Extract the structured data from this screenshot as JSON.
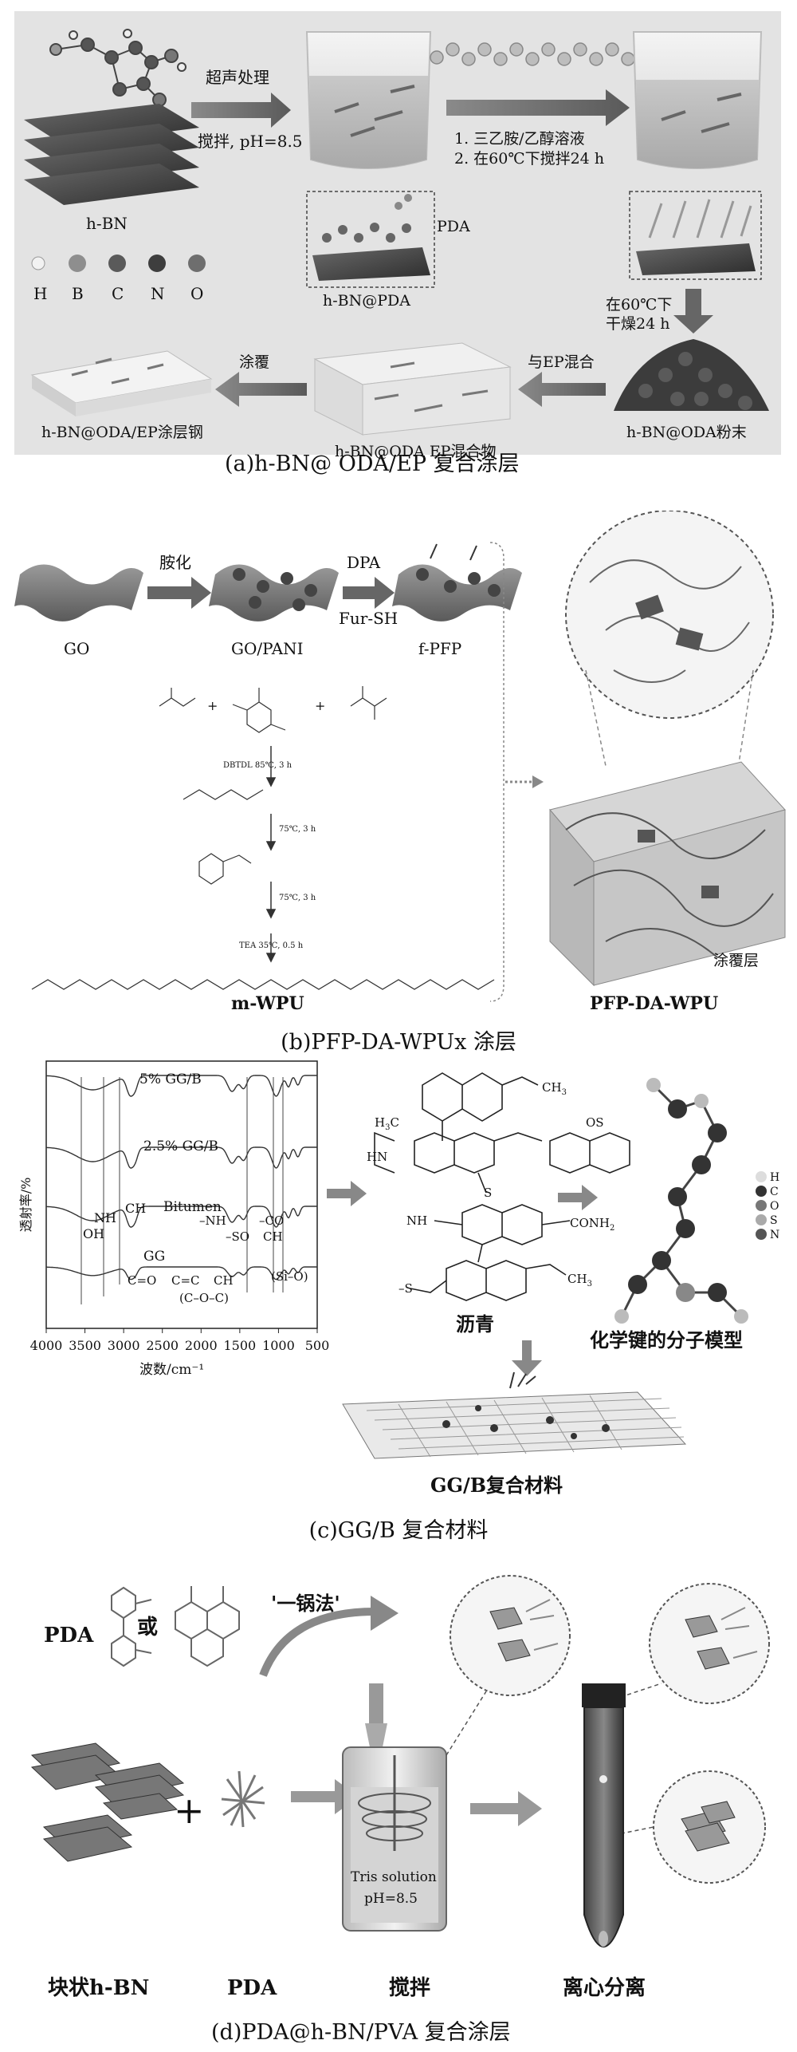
{
  "panel_a": {
    "hbn_label": "h-BN",
    "arrow1_top": "超声处理",
    "arrow1_bottom": "搅拌, pH=8.5",
    "step2_line1": "1. 三乙胺/乙醇溶液",
    "step2_line2": "2. 在60℃下搅拌24 h",
    "atom_legend": [
      "H",
      "B",
      "C",
      "N",
      "O"
    ],
    "pda_label": "PDA",
    "hbn_pda_label": "h-BN@PDA",
    "dry_line1": "在60℃下",
    "dry_line2": "干燥24 h",
    "coat_label": "涂覆",
    "mix_ep_label": "与EP混合",
    "steel_label": "h-BN@ODA/EP涂层钢",
    "mixture_label": "h-BN@ODA EP混合物",
    "powder_label": "h-BN@ODA粉末",
    "caption": "(a)h-BN@ ODA/EP 复合涂层"
  },
  "panel_b": {
    "go_label": "GO",
    "arrow1_label": "胺化",
    "gopani_label": "GO/PANI",
    "arrow2_top": "DPA",
    "arrow2_bottom": "Fur-SH",
    "fpfp_label": "f-PFP",
    "steps": [
      "DBTDL  85℃, 3 h",
      "75℃, 3 h",
      "75℃, 3 h",
      "TEA  35℃, 0.5 h"
    ],
    "mwpu_label": "m-WPU",
    "coating_label": "涂覆层",
    "pfp_label": "PFP-DA-WPU",
    "caption": "(b)PFP-DA-WPUx 涂层"
  },
  "panel_c": {
    "chart_data": {
      "type": "line",
      "xlabel": "波数/cm⁻¹",
      "ylabel": "透射率/%",
      "x_ticks": [
        4000,
        3500,
        3000,
        2500,
        2000,
        1500,
        1000,
        500
      ],
      "xlim": [
        4000,
        500
      ],
      "series": [
        {
          "name": "5% GG/B"
        },
        {
          "name": "2.5% GG/B"
        },
        {
          "name": "Bitumen"
        },
        {
          "name": "GG"
        }
      ],
      "annotations_bitumen": [
        "NH",
        "CH",
        "OH",
        "–NH",
        "–SO",
        "–CO",
        "CH"
      ],
      "annotations_gg": [
        "C=O",
        "C=C",
        "CH",
        "(C–O–C)",
        "(Si–O)"
      ]
    },
    "asphalt_label": "沥青",
    "model_label": "化学键的分子模型",
    "composite_label": "GG/B复合材料",
    "atom_legend": [
      "H",
      "C",
      "O",
      "S",
      "N"
    ],
    "caption": "(c)GG/B 复合材料"
  },
  "panel_d": {
    "pda_label": "PDA",
    "or_label": "或",
    "onepot_label": "'一锅法'",
    "tris_line1": "Tris solution",
    "tris_line2": "pH=8.5",
    "bulk_label": "块状h-BN",
    "plus_label": "+",
    "pda_bottom_label": "PDA",
    "stir_label": "搅拌",
    "centrifuge_label": "离心分离",
    "caption": "(d)PDA@h-BN/PVA 复合涂层"
  }
}
